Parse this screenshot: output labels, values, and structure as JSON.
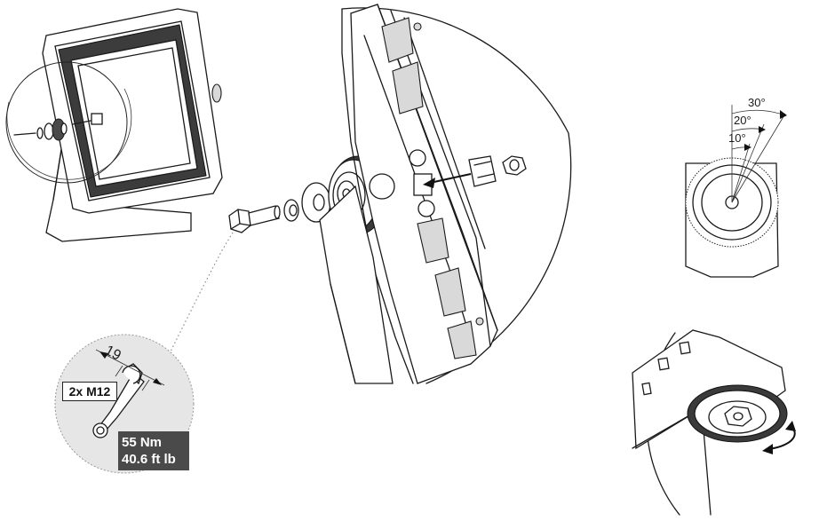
{
  "labels": {
    "bolt_spec": "2x M12",
    "torque_nm": "55 Nm",
    "torque_ftlb": "40.6 ft lb",
    "wrench_size": "19"
  },
  "tilt_angles": [
    "30°",
    "20°",
    "10°"
  ],
  "icons": {
    "floodlight": "floodlight-fixture-icon",
    "bolt": "hex-bolt-icon",
    "washer": "washer-icon",
    "knob": "notched-knob-icon",
    "nut": "hex-nut-icon",
    "wrench": "wrench-icon",
    "rotate": "rotation-arrow-icon"
  }
}
